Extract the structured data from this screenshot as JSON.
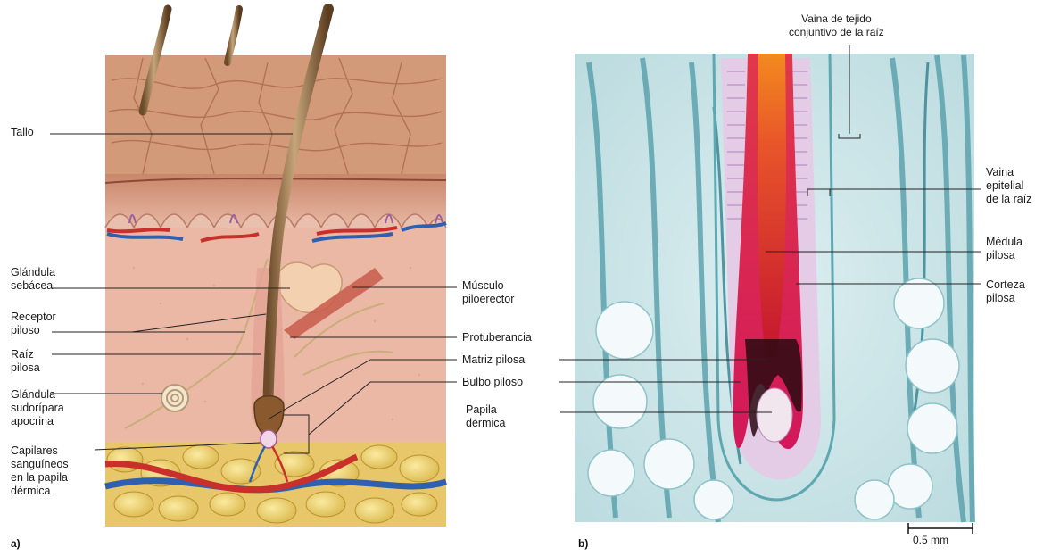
{
  "panel_a": {
    "letter": "a)",
    "labels": {
      "tallo": "Tallo",
      "glandula_sebacea": "Glándula\nsebácea",
      "receptor_piloso": "Receptor\npiloso",
      "raiz_pilosa": "Raíz\npilosa",
      "glandula_sudoripara": "Glándula\nsudorípara\napocrina",
      "capilares": "Capilares\nsanguíneos\nen la papila\ndérmica",
      "musculo": "Músculo\npiloerector",
      "protuberancia": "Protuberancia",
      "matriz": "Matriz pilosa",
      "bulbo": "Bulbo piloso",
      "papila": "Papila\ndérmica"
    }
  },
  "panel_b": {
    "letter": "b)",
    "labels": {
      "vaina_tejido": "Vaina de tejido\nconjuntivo de la raíz",
      "vaina_epitelial": "Vaina\nepitelial\nde la raíz",
      "medula": "Médula\npilosa",
      "corteza": "Corteza\npilosa"
    },
    "scale_bar": "0.5  mm"
  }
}
